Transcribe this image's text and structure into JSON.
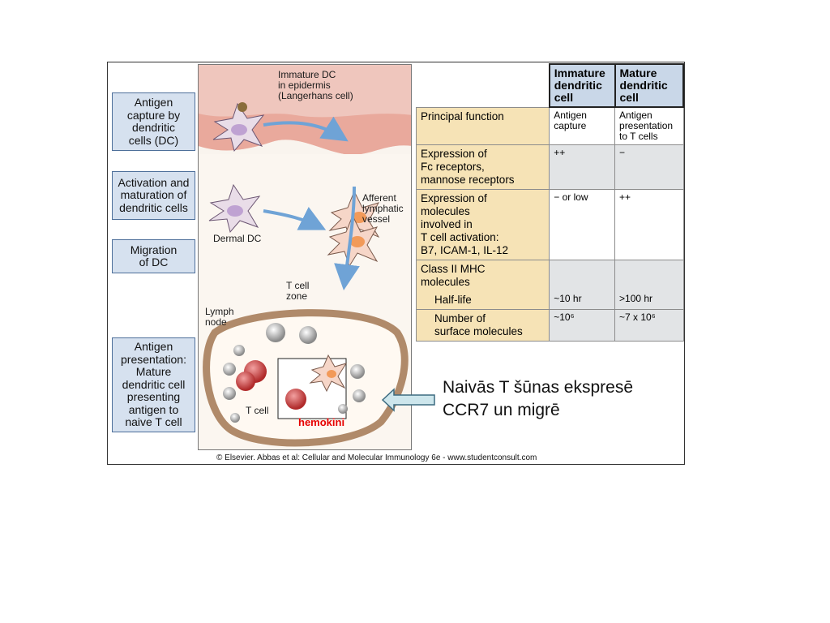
{
  "stages": [
    "Antigen capture by dendritic cells (DC)",
    "Activation and maturation of dendritic cells",
    "Migration of DC",
    "Antigen presentation: Mature dendritic cell presenting antigen to naive T cell"
  ],
  "stage_lines": [
    "Antigen\ncapture by\ndendritic\ncells (DC)",
    "Activation and\nmaturation of\ndendritic cells",
    "Migration\nof DC",
    "Antigen\npresentation:\nMature\ndendritic cell\npresenting\nantigen to\nnaive T cell"
  ],
  "diagram_labels": {
    "immature_dc": "Immature DC\nin epidermis\n(Langerhans cell)",
    "afferent": "Afferent\nlymphatic\nvessel",
    "dermal_dc": "Dermal DC",
    "t_cell_zone": "T cell\nzone",
    "lymph_node": "Lymph\nnode",
    "t_cell": "T cell"
  },
  "table": {
    "col_headers": [
      "Immature\ndendritic\ncell",
      "Mature\ndendritic\ncell"
    ],
    "rows": [
      {
        "label": "Principal function",
        "immature": "Antigen\ncapture",
        "mature": "Antigen\npresentation\nto T cells"
      },
      {
        "label": "Expression of\nFc receptors,\nmannose receptors",
        "immature": "++",
        "mature": "−"
      },
      {
        "label": "Expression of\nmolecules\ninvolved in\nT cell activation:\nB7, ICAM-1, IL-12",
        "immature": "− or low",
        "mature": "++"
      },
      {
        "label": "Class II MHC\nmolecules",
        "immature": "",
        "mature": ""
      },
      {
        "label": "Half-life",
        "immature": "~10 hr",
        "mature": ">100 hr"
      },
      {
        "label": "Number of\nsurface molecules",
        "immature": "~10⁶",
        "mature": "~7 x 10⁶"
      }
    ]
  },
  "note": "Naivās T šūnas ekspresē\nCCR7 un migrē",
  "chemokines_label": "hemokini",
  "copyright": "© Elsevier. Abbas et al: Cellular and Molecular Immunology 6e - www.studentconsult.com",
  "colors": {
    "stage_box": "#d6e1ef",
    "row_header": "#f6e3b6",
    "header": "#c9d7e8",
    "chemokines": "#e60000",
    "arrow": "#6fa3d6"
  }
}
